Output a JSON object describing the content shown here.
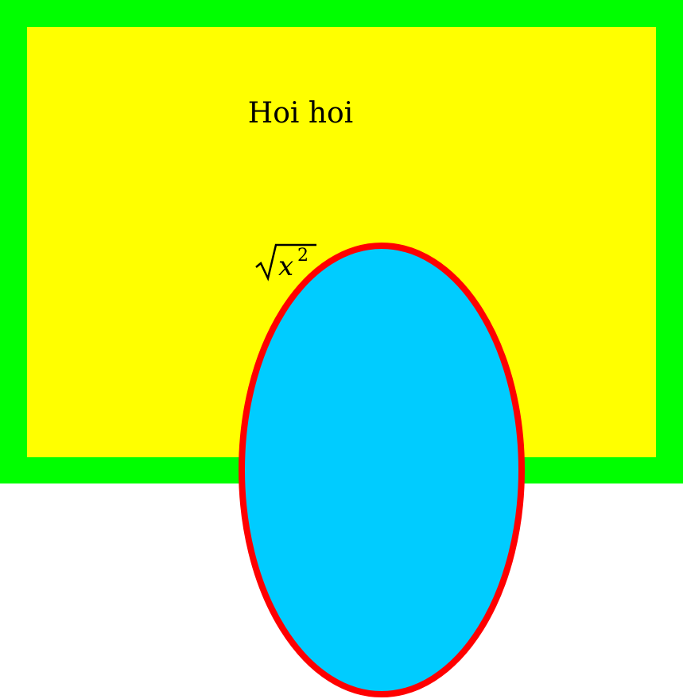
{
  "figure": {
    "label_text": "Hoi hoi",
    "formula": {
      "base": "x",
      "exponent": "2",
      "radical": "√"
    },
    "colors": {
      "frame": "#00ff00",
      "panel": "#ffff00",
      "ellipse_fill": "#00ccff",
      "ellipse_stroke": "#ff0000",
      "background": "#ffffff"
    }
  }
}
